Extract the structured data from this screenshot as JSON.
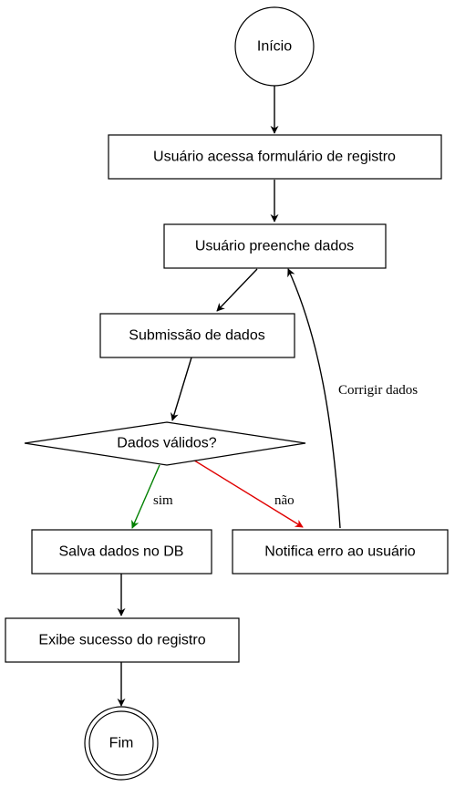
{
  "nodes": {
    "start": "Início",
    "access_form": "Usuário acessa formulário de registro",
    "fill_data": "Usuário preenche dados",
    "submit": "Submissão de dados",
    "decision": "Dados válidos?",
    "save_db": "Salva dados no DB",
    "notify_error": "Notifica erro ao usuário",
    "show_success": "Exibe sucesso do registro",
    "end": "Fim"
  },
  "edges": {
    "yes_label": "sim",
    "no_label": "não",
    "retry_label": "Corrigir dados"
  },
  "colors": {
    "default": "#000000",
    "yes": "#008000",
    "no": "#e00000"
  }
}
